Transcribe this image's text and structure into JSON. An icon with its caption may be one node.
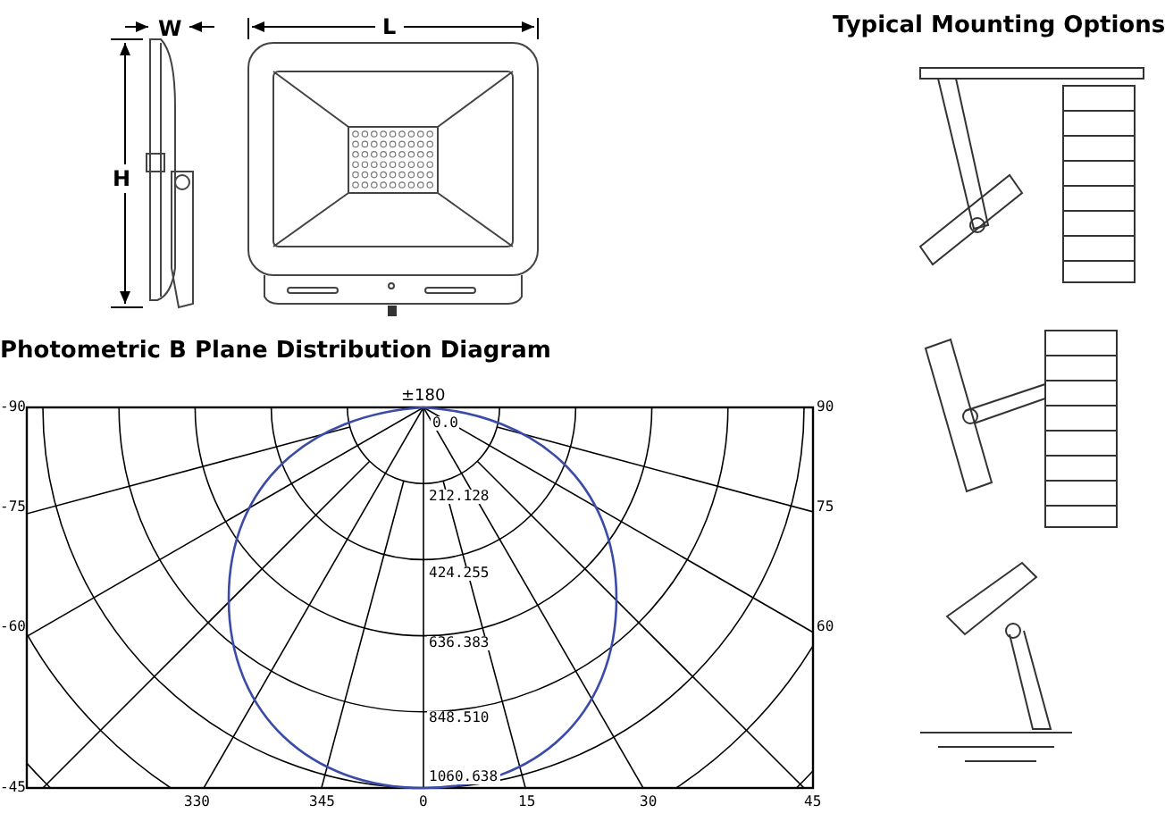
{
  "diagram": {
    "labels": [
      "W",
      "L",
      "Typical Mounting Options",
      "H",
      "Photometric B Plane Distribution Diagram",
      "±180",
      "-90",
      "90",
      "0.0",
      "212.128",
      "-75",
      "75",
      "424.255",
      "-60",
      "60",
      "636.383",
      "848.510",
      "1060.638",
      "-45",
      "330",
      "345",
      "0",
      "15",
      "30",
      "45"
    ]
  }
}
